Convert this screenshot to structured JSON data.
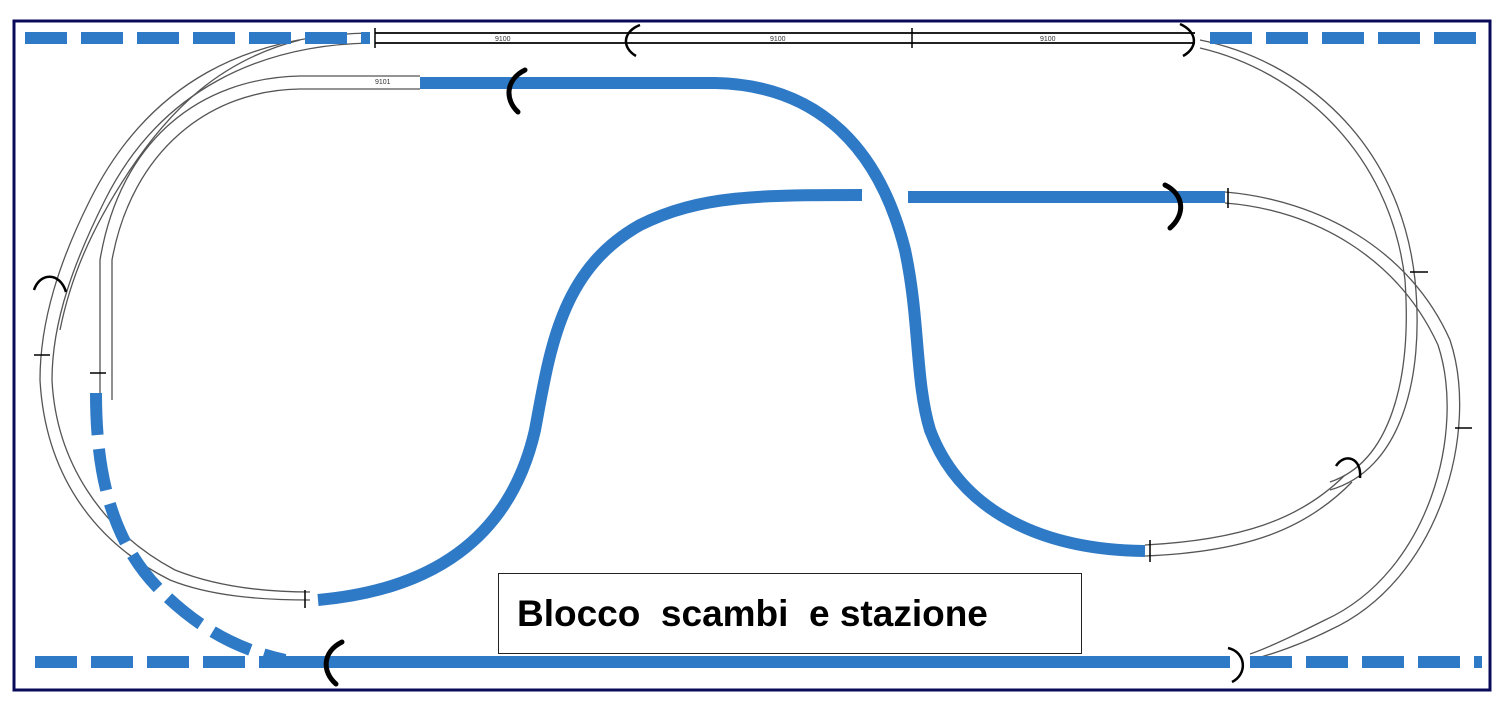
{
  "title_box": {
    "text": "Blocco  scambi  e stazione"
  },
  "track_labels": {
    "top_left": "9100",
    "top_mid": "9100",
    "top_right": "9100",
    "inner_top": "9101"
  },
  "colors": {
    "block": "#2f7ac6",
    "frame": "#0a0a5a",
    "track": "#555555",
    "isolator": "#000000"
  }
}
